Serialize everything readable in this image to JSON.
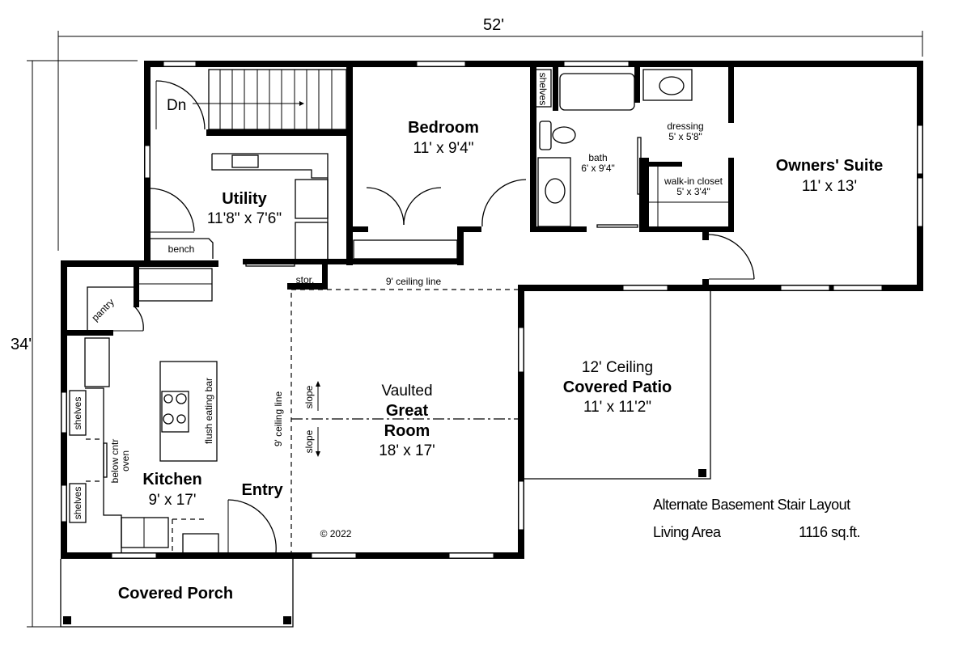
{
  "dimensions": {
    "width": "52'",
    "depth": "34'"
  },
  "rooms": {
    "utility": {
      "name": "Utility",
      "size": "11'8\" x 7'6\""
    },
    "bedroom": {
      "name": "Bedroom",
      "size": "11' x 9'4\""
    },
    "bath": {
      "name": "bath",
      "size": "6' x 9'4\""
    },
    "dressing": {
      "name": "dressing",
      "size": "5' x 5'8\""
    },
    "closet": {
      "name": "walk-in closet",
      "size": "5' x 3'4\""
    },
    "owners_suite": {
      "name": "Owners' Suite",
      "size": "11' x 13'"
    },
    "kitchen": {
      "name": "Kitchen",
      "size": "9' x 17'"
    },
    "entry": {
      "name": "Entry"
    },
    "great_room": {
      "prefix": "Vaulted",
      "name1": "Great",
      "name2": "Room",
      "size": "18' x 17'"
    },
    "patio": {
      "prefix": "12' Ceiling",
      "name": "Covered Patio",
      "size": "11' x 11'2\""
    },
    "porch": {
      "name": "Covered Porch"
    }
  },
  "labels": {
    "dn": "Dn",
    "bench": "bench",
    "stor": "stor.",
    "pantry": "pantry",
    "shelves": "shelves",
    "ceiling_line_h": "9' ceiling line",
    "ceiling_line_v": "9' ceiling line",
    "slope": "slope",
    "eating_bar": "flush eating bar",
    "oven1": "below cntr",
    "oven2": "oven",
    "copyright": "© 2022"
  },
  "notes": {
    "layout": "Alternate Basement Stair Layout",
    "area_label": "Living Area",
    "area_value": "1116 sq.ft."
  }
}
